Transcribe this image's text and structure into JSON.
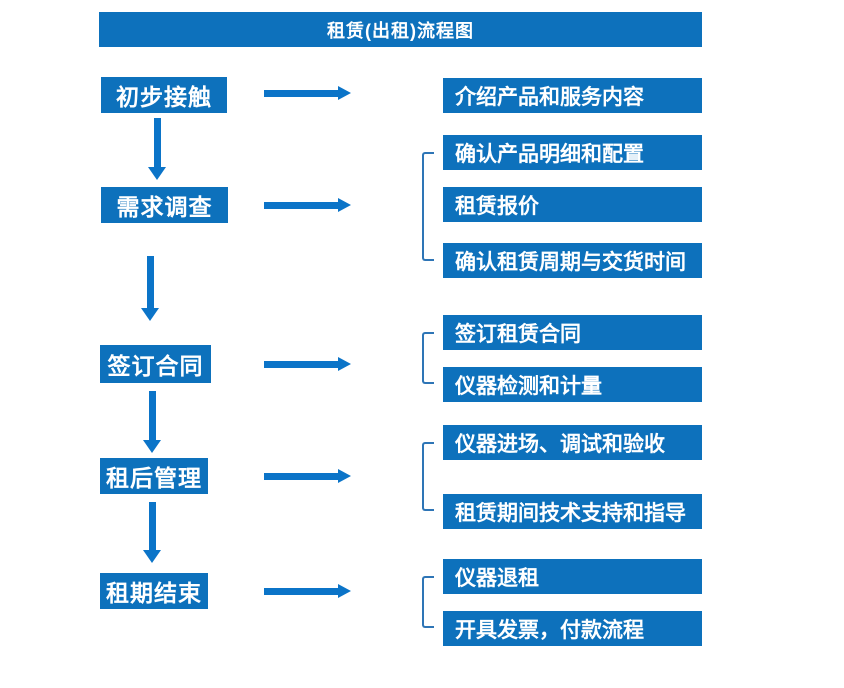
{
  "title": "租赁(出租)流程图",
  "colors": {
    "box_blue": "#0d71bc",
    "arrow_blue": "#0b74c8",
    "bracket_blue": "#2e75b6",
    "text": "#ffffff",
    "background": "#ffffff"
  },
  "flow": {
    "stages": [
      {
        "label": "初步接触",
        "details": [
          "介绍产品和服务内容"
        ]
      },
      {
        "label": "需求调查",
        "details": [
          "确认产品明细和配置",
          "租赁报价",
          "确认租赁周期与交货时间"
        ]
      },
      {
        "label": "签订合同",
        "details": [
          "签订租赁合同",
          "仪器检测和计量"
        ]
      },
      {
        "label": "租后管理",
        "details": [
          "仪器进场、调试和验收",
          "租赁期间技术支持和指导"
        ]
      },
      {
        "label": "租期结束",
        "details": [
          "仪器退租",
          "开具发票，付款流程"
        ]
      }
    ]
  }
}
